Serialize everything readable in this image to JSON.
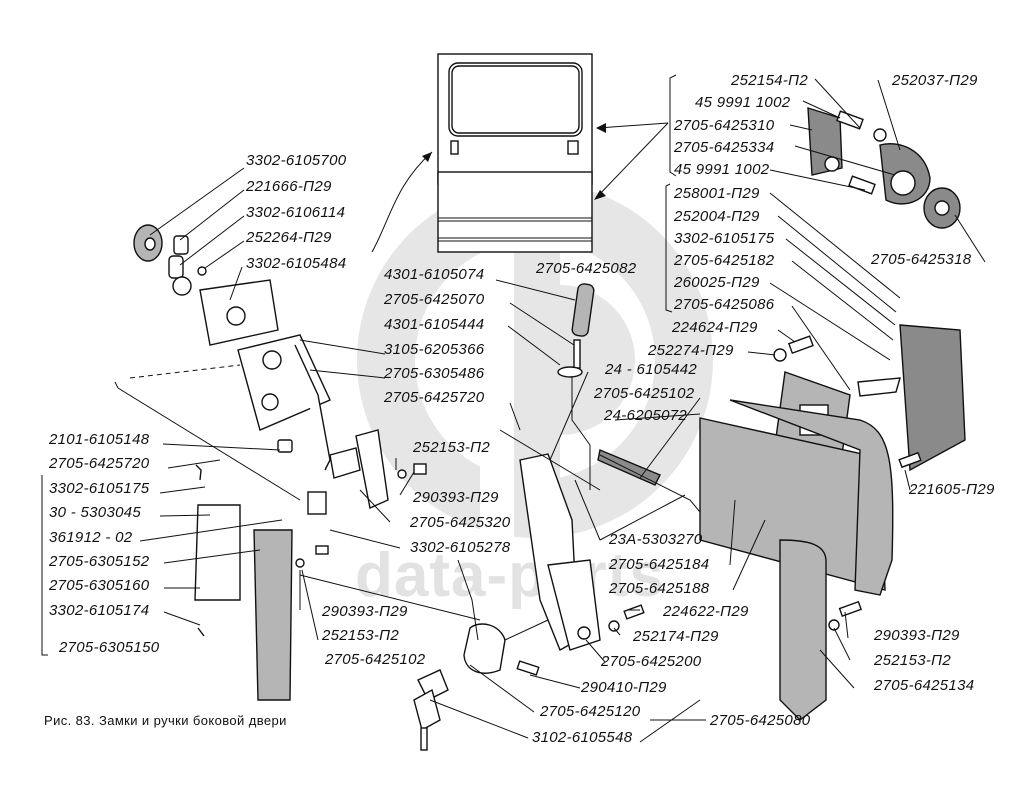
{
  "figure": {
    "caption": "Рис. 83. Замки и ручки боковой двери",
    "watermark": "data-parts",
    "watermark_logo": "circle-db-logo"
  },
  "labels": {
    "l_3302_6105700": "3302-6105700",
    "l_221666_p29": "221666-П29",
    "l_3302_6106114": "3302-6106114",
    "l_252264_p29": "252264-П29",
    "l_3302_6105484": "3302-6105484",
    "l_3105_6205366": "3105-6205366",
    "l_2705_6305486": "2705-6305486",
    "l_2705_6425720_a": "2705-6425720",
    "l_2101_6105148": "2101-6105148",
    "l_2705_6425720_b": "2705-6425720",
    "l_3302_6105175_a": "3302-6105175",
    "l_30_5303045": "30 - 5303045",
    "l_361912_02": "361912 - 02",
    "l_2705_6305152": "2705-6305152",
    "l_2705_6305160": "2705-6305160",
    "l_3302_6105174": "3302-6105174",
    "l_2705_6305150": "2705-6305150",
    "l_4301_6105074": "4301-6105074",
    "l_2705_6425082": "2705-6425082",
    "l_2705_6425070": "2705-6425070",
    "l_4301_6105444": "4301-6105444",
    "l_24_6105442": "24 - 6105442",
    "l_2705_6425102_a": "2705-6425102",
    "l_24_6205072": "24-6205072",
    "l_252153_p2_a": "252153-П2",
    "l_290393_p29_a": "290393-П29",
    "l_2705_6425320": "2705-6425320",
    "l_3302_6105278": "3302-6105278",
    "l_23a_5303270": "23А-5303270",
    "l_2705_6425184": "2705-6425184",
    "l_2705_6425188": "2705-6425188",
    "l_290393_p29_b": "290393-П29",
    "l_252153_p2_b": "252153-П2",
    "l_2705_6425102_b": "2705-6425102",
    "l_224622_p29": "224622-П29",
    "l_252174_p29": "252174-П29",
    "l_2705_6425200": "2705-6425200",
    "l_290410_p29": "290410-П29",
    "l_2705_6425120": "2705-6425120",
    "l_3102_6105548": "3102-6105548",
    "l_2705_6425080": "2705-6425080",
    "l_252154_p2": "252154-П2",
    "l_45_9991_1002_a": "45 9991 1002",
    "l_2705_6425310": "2705-6425310",
    "l_2705_6425334": "2705-6425334",
    "l_45_9991_1002_b": "45 9991 1002",
    "l_252037_p29": "252037-П29",
    "l_2705_6425318": "2705-6425318",
    "l_258001_p29": "258001-П29",
    "l_252004_p29": "252004-П29",
    "l_3302_6105175_b": "3302-6105175",
    "l_2705_6425182": "2705-6425182",
    "l_260025_p29": "260025-П29",
    "l_2705_6425086": "2705-6425086",
    "l_224624_p29": "224624-П29",
    "l_252274_p29": "252274-П29",
    "l_221605_p29": "221605-П29",
    "l_290393_p29_c": "290393-П29",
    "l_252153_p2_c": "252153-П2",
    "l_2705_6425134": "2705-6425134"
  }
}
